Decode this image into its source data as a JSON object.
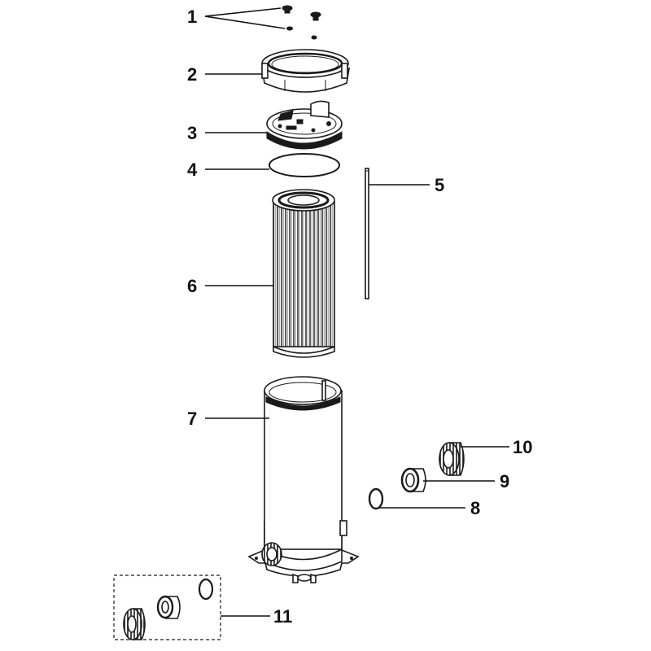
{
  "callouts": [
    {
      "id": "1",
      "label": "1"
    },
    {
      "id": "2",
      "label": "2"
    },
    {
      "id": "3",
      "label": "3"
    },
    {
      "id": "4",
      "label": "4"
    },
    {
      "id": "5",
      "label": "5"
    },
    {
      "id": "6",
      "label": "6"
    },
    {
      "id": "7",
      "label": "7"
    },
    {
      "id": "8",
      "label": "8"
    },
    {
      "id": "9",
      "label": "9"
    },
    {
      "id": "10",
      "label": "10"
    },
    {
      "id": "11",
      "label": "11"
    }
  ],
  "colors": {
    "line": "#1a1a1a",
    "text": "#111111",
    "background": "#ffffff"
  }
}
